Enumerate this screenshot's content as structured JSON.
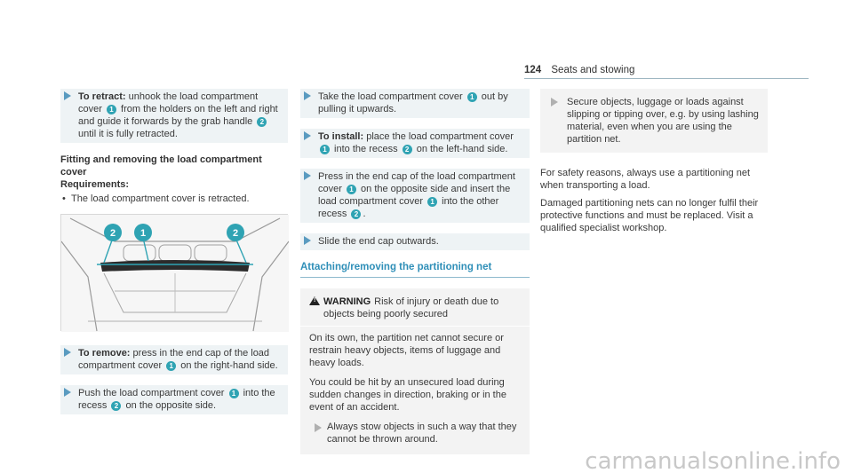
{
  "header": {
    "page_number": "124",
    "section": "Seats and stowing"
  },
  "col1": {
    "retract": {
      "label": "To retract:",
      "parts": [
        "unhook the load compartment cover ",
        " from the holders on the left and right and guide it forwards by the grab handle ",
        " until it is fully retracted."
      ]
    },
    "fitting_title": "Fitting and removing the load compartment cover",
    "requirements_title": "Requirements:",
    "requirement": "The load compartment cover is retracted.",
    "remove": {
      "label": "To remove:",
      "parts": [
        "press in the end cap of the load compartment cover ",
        " on the right-hand side."
      ]
    },
    "push": {
      "parts": [
        "Push the load compartment cover ",
        " into the recess ",
        " on the opposite side."
      ]
    }
  },
  "figure": {
    "callouts": [
      "2",
      "1",
      "2"
    ]
  },
  "col2": {
    "take": {
      "parts": [
        "Take the load compartment cover ",
        " out by pulling it upwards."
      ]
    },
    "install": {
      "label": "To install:",
      "parts": [
        "place the load compartment cover ",
        " into the recess ",
        " on the left-hand side."
      ]
    },
    "press": {
      "parts": [
        "Press in the end cap of the load compartment cover ",
        " on the opposite side and insert the load compartment cover ",
        " into the other recess ",
        "."
      ]
    },
    "slide": "Slide the end cap outwards.",
    "section_title": "Attaching/removing the partitioning net",
    "warning": {
      "label": "WARNING",
      "title": "Risk of injury or death due to objects being poorly secured",
      "p1": "On its own, the partition net cannot secure or restrain heavy objects, items of luggage and heavy loads.",
      "p2": "You could be hit by an unsecured load during sudden changes in direction, braking or in the event of an accident.",
      "action": "Always stow objects in such a way that they cannot be thrown around."
    }
  },
  "col3": {
    "secure": "Secure objects, luggage or loads against slipping or tipping over, e.g. by using lashing material, even when you are using the partition net.",
    "p1": "For safety reasons, always use a partitioning net when transporting a load.",
    "p2": "Damaged partitioning nets can no longer fulfil their protective functions and must be replaced. Visit a qualified specialist workshop."
  },
  "callout": {
    "one": "1",
    "two": "2"
  },
  "watermark": "carmanualsonline.info",
  "colors": {
    "accent": "#2fa3b3",
    "arrow": "#5a9bc0",
    "title": "#2f8fb8"
  }
}
